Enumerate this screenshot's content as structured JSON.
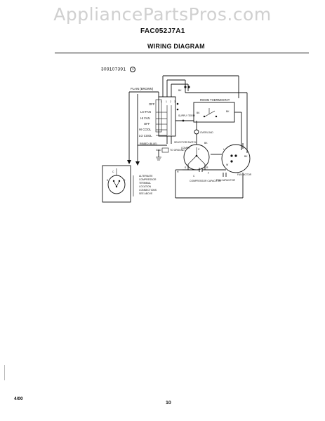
{
  "header": {
    "watermark": "AppliancePartsPros.com",
    "model_number": "FAC052J7A1",
    "section_title": "WIRING DIAGRAM"
  },
  "diagram": {
    "part_number": "309107391",
    "revision": "1",
    "labels": {
      "plain": "PLAIN (BROWN)",
      "off_switch": "OFF",
      "lo_fan": "LO FAN",
      "hi_fan": "HI FAN",
      "off": "OFF",
      "hi_cool": "HI COOL",
      "lo_cool": "LO COOL",
      "ribbed": "RIBBED (BLUE)",
      "ground": "GND",
      "room_thermostat": "ROOM THERMOSTAT",
      "supply_terminal": "SUPPLY TERM",
      "overload": "OVERLOAD",
      "selector_switch": "SELECTOR SWITCH",
      "compr": "COMPR",
      "compressor_capacitor": "COMPRESSOR CAPACITOR",
      "fan_capacitor": "FAN CAPACITOR",
      "fan_motor": "FAN MOTOR",
      "bk": "BK",
      "wire_r": "R",
      "wire_w": "W",
      "wire_c": "C",
      "wire_s": "S",
      "wire_h": "H",
      "wire_l": "L",
      "wire_f": "F",
      "contacts": [
        "L",
        "1",
        "2",
        "3"
      ],
      "ground_note": "TO GROUND",
      "inset_notes": [
        "ALTERNATE",
        "COMPRESSOR",
        "TERMINAL",
        "LOCATION",
        "CONNECTIONS",
        "SEE ABOVE"
      ]
    }
  },
  "footer": {
    "date": "4/00",
    "page_number": "10"
  }
}
